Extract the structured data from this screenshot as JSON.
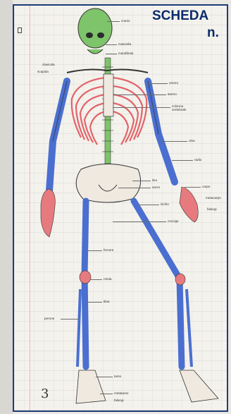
{
  "header": {
    "title_line1": "SCHEDA",
    "title_line2": "n."
  },
  "page_number": "3",
  "labels": [
    {
      "key": "cranio",
      "text": "cranio"
    },
    {
      "key": "mascella",
      "text": "mascella"
    },
    {
      "key": "mandibola",
      "text": "mandibola"
    },
    {
      "key": "clavicola",
      "text": "clavicola"
    },
    {
      "key": "scapola",
      "text": "scapola"
    },
    {
      "key": "omero",
      "text": "omero"
    },
    {
      "key": "sterno",
      "text": "sterno"
    },
    {
      "key": "colonna",
      "text": "colonna vertebrale"
    },
    {
      "key": "ulna",
      "text": "ulna"
    },
    {
      "key": "radio",
      "text": "radio"
    },
    {
      "key": "ileo",
      "text": "ileo"
    },
    {
      "key": "sacro",
      "text": "sacro"
    },
    {
      "key": "carpo",
      "text": "carpo"
    },
    {
      "key": "metacarpo",
      "text": "metacarpo"
    },
    {
      "key": "falangi",
      "text": "falangi"
    },
    {
      "key": "ischio",
      "text": "ischio"
    },
    {
      "key": "coccige",
      "text": "coccige"
    },
    {
      "key": "femore",
      "text": "femore"
    },
    {
      "key": "rotula",
      "text": "rotula"
    },
    {
      "key": "tibia",
      "text": "tibia"
    },
    {
      "key": "perone",
      "text": "perone"
    },
    {
      "key": "tarso",
      "text": "tarso"
    },
    {
      "key": "metatarso",
      "text": "metatarso"
    },
    {
      "key": "falangi2",
      "text": "falangi"
    }
  ],
  "colors": {
    "skull_spine": "#7ec46a",
    "ribs": "#e2646a",
    "arms_legs": "#4a6fd0",
    "joints": "#e77a7e",
    "title": "#0b2b6b"
  }
}
